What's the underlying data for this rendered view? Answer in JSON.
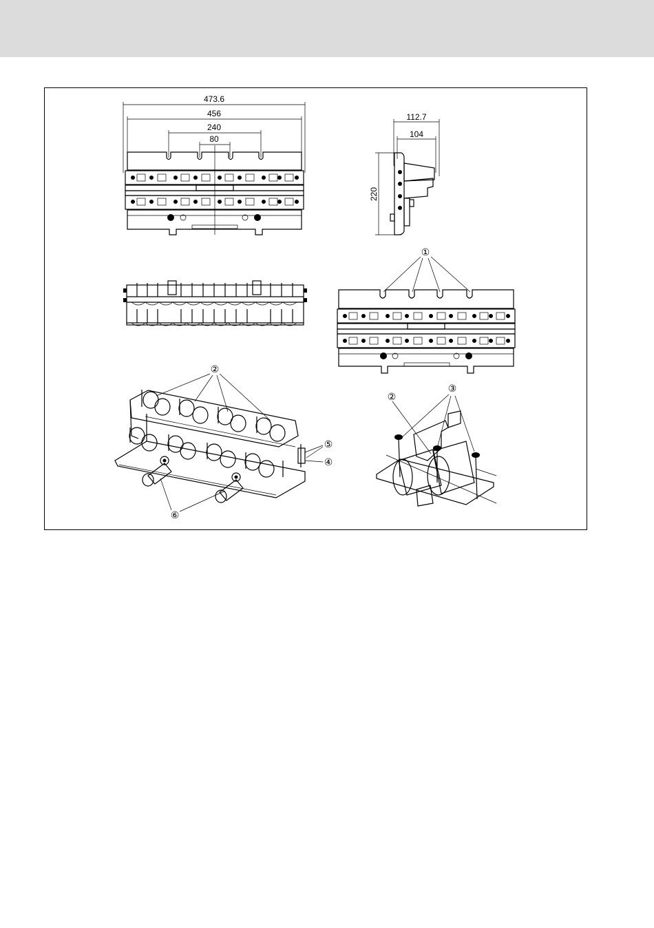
{
  "dimensions": {
    "front_width_outer": "473.6",
    "front_width_inner": "456",
    "front_width_240": "240",
    "front_width_80": "80",
    "side_depth_outer": "112.7",
    "side_depth_inner": "104",
    "side_height": "220"
  },
  "callouts": {
    "c1": "①",
    "c2a": "②",
    "c2b": "②",
    "c3": "③",
    "c4": "④",
    "c5": "⑤",
    "c6": "⑥"
  }
}
